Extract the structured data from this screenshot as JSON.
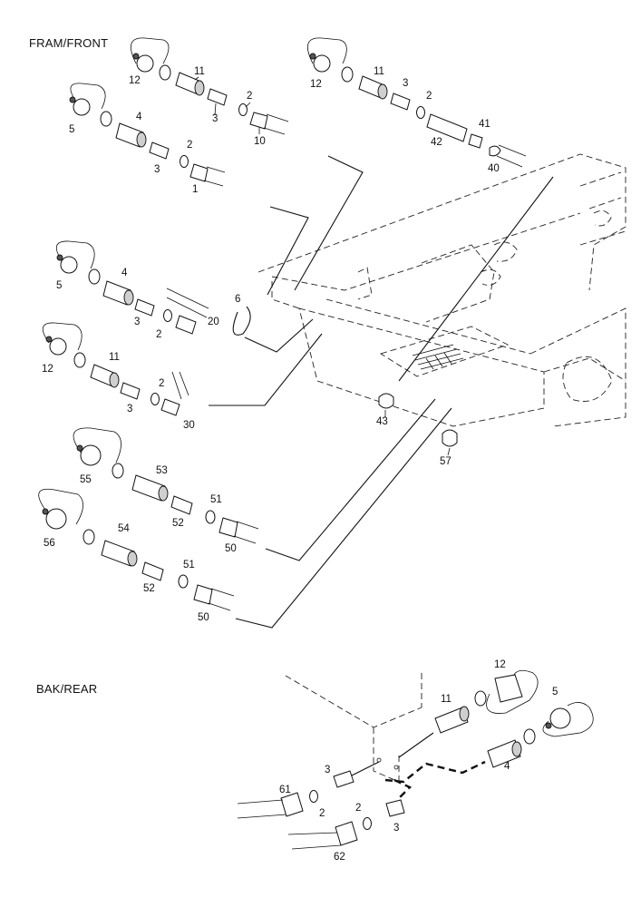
{
  "sections": {
    "front_title": "FRAM/FRONT",
    "rear_title": "BAK/REAR"
  },
  "callouts": {
    "g1_12": "12",
    "g1_11": "11",
    "g1_3": "3",
    "g1_2": "2",
    "g1_10": "10",
    "g2_5": "5",
    "g2_4": "4",
    "g2_3": "3",
    "g2_2": "2",
    "g2_1": "1",
    "g3_12": "12",
    "g3_11": "11",
    "g3_3": "3",
    "g3_2": "2",
    "g3_41": "41",
    "g3_42": "42",
    "g3_40": "40",
    "g4_5": "5",
    "g4_4": "4",
    "g4_3": "3",
    "g4_2": "2",
    "g4_20": "20",
    "g4_6": "6",
    "g5_12": "12",
    "g5_11": "11",
    "g5_3": "3",
    "g5_2": "2",
    "g5_30": "30",
    "g6_55": "55",
    "g6_53": "53",
    "g6_52": "52",
    "g6_51": "51",
    "g6_50": "50",
    "g7_56": "56",
    "g7_54": "54",
    "g7_52": "52",
    "g7_51": "51",
    "g7_50": "50",
    "f_43": "43",
    "f_57": "57",
    "r_12": "12",
    "r_5": "5",
    "r_11": "11",
    "r_4": "4",
    "r_3a": "3",
    "r_61": "61",
    "r_2a": "2",
    "r_2b": "2",
    "r_3b": "3",
    "r_62": "62"
  }
}
